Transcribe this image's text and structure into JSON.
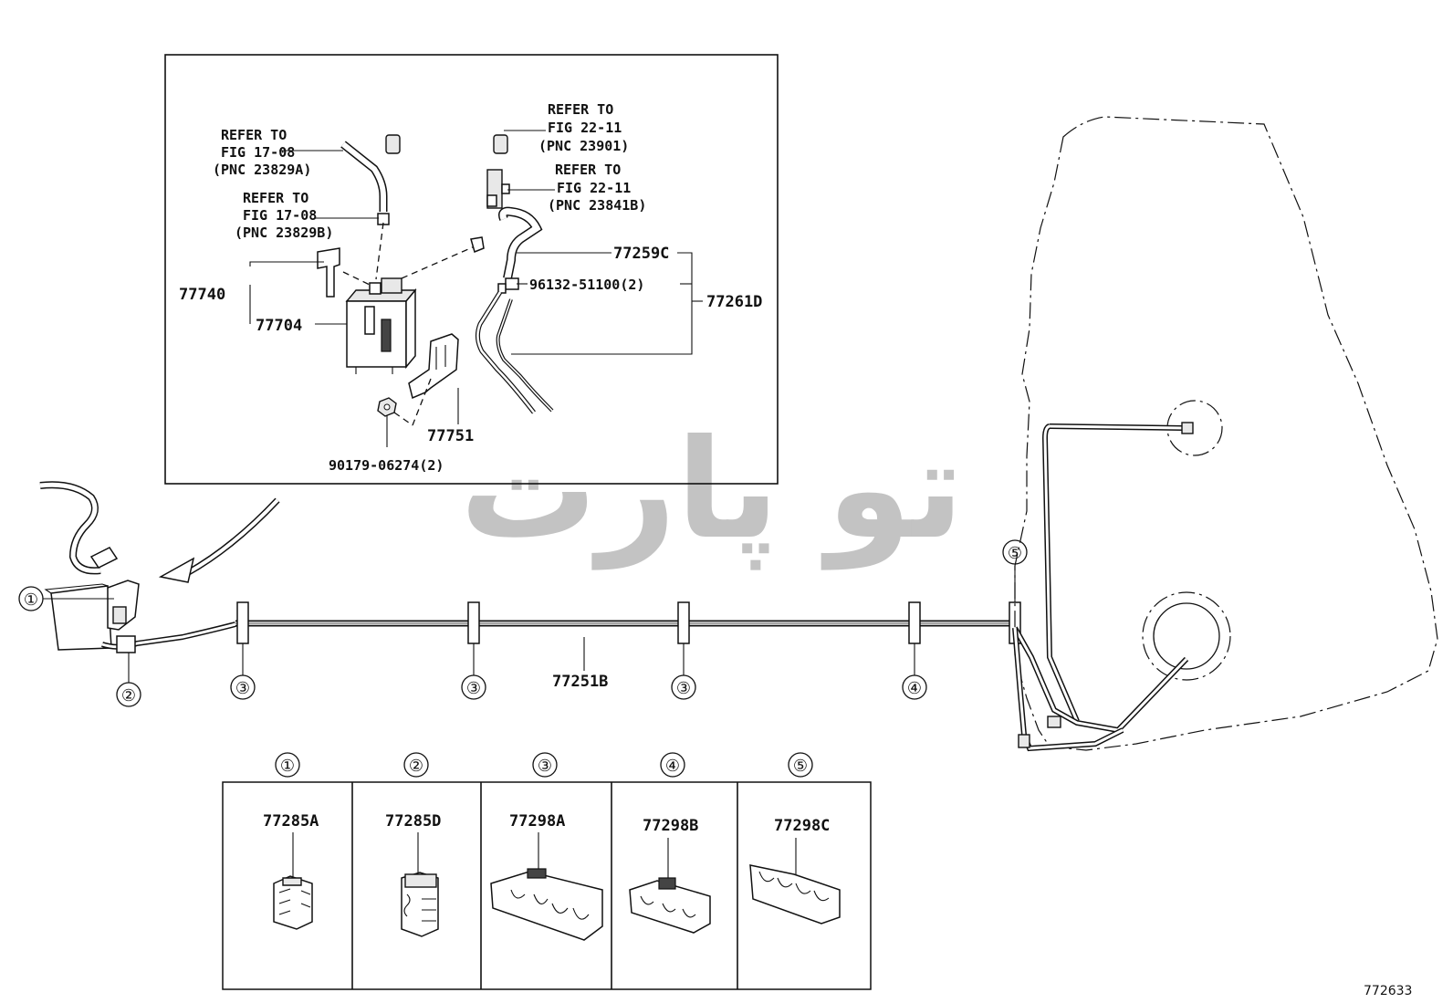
{
  "inset": {
    "refs": [
      {
        "line1": "REFER TO",
        "line2": "FIG 17-08",
        "line3": "(PNC 23829A)"
      },
      {
        "line1": "REFER TO",
        "line2": "FIG 17-08",
        "line3": "(PNC 23829B)"
      },
      {
        "line1": "REFER TO",
        "line2": "FIG 22-11",
        "line3": "(PNC 23901)"
      },
      {
        "line1": "REFER TO",
        "line2": "FIG 22-11",
        "line3": "(PNC 23841B)"
      }
    ],
    "parts": {
      "p77740": "77740",
      "p77704": "77704",
      "p77751": "77751",
      "p90179": "90179-06274(2)",
      "p77259C": "77259C",
      "p96132": "96132-51100(2)",
      "p77261D": "77261D"
    }
  },
  "main": {
    "tube_label": "77251B",
    "clamp_markers": [
      "①",
      "②",
      "③",
      "③",
      "③",
      "④",
      "⑤"
    ]
  },
  "legend": {
    "cells": [
      {
        "marker": "①",
        "part": "77285A"
      },
      {
        "marker": "②",
        "part": "77285D"
      },
      {
        "marker": "③",
        "part": "77298A"
      },
      {
        "marker": "④",
        "part": "77298B"
      },
      {
        "marker": "⑤",
        "part": "77298C"
      }
    ]
  },
  "figure_id": "772633",
  "watermark": "تو پارت"
}
